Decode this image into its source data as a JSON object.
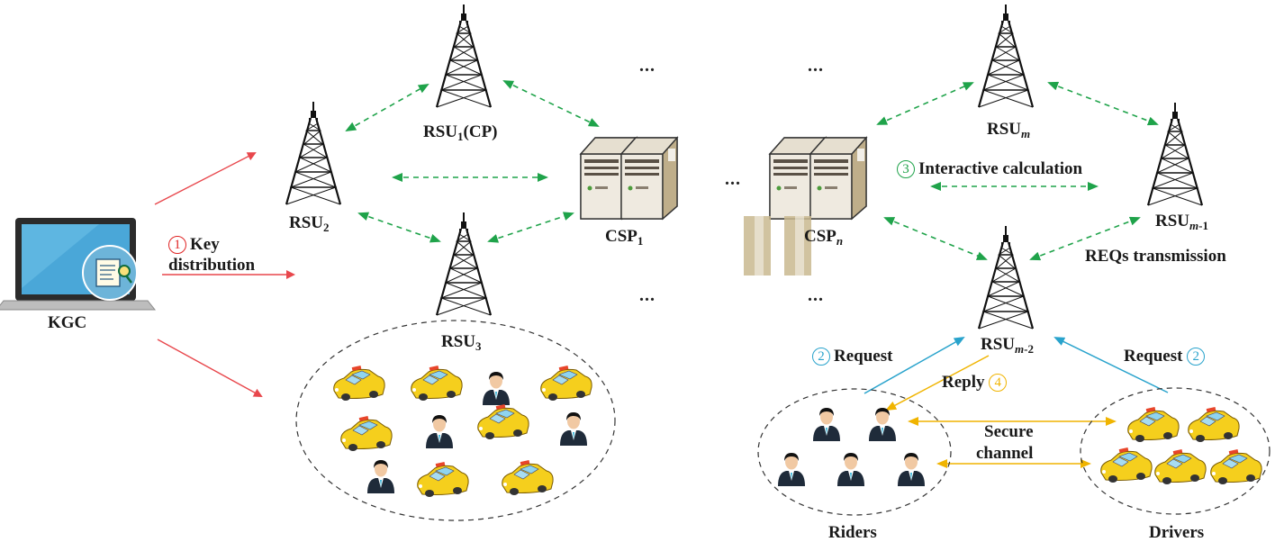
{
  "kgc": {
    "label": "KGC"
  },
  "rsu": {
    "rsu1_base": "RSU",
    "rsu1_sub": "1",
    "rsu1_suffix": "(CP)",
    "rsu2_base": "RSU",
    "rsu2_sub": "2",
    "rsu3_base": "RSU",
    "rsu3_sub": "3",
    "rsum_base": "RSU",
    "rsum_sub": "m",
    "rsum1_base": "RSU",
    "rsum1_sub_italic": "m",
    "rsum1_sub_rest": "-1",
    "rsum2_base": "RSU",
    "rsum2_sub_italic": "m",
    "rsum2_sub_rest": "-2"
  },
  "csp": {
    "csp1_base": "CSP",
    "csp1_sub": "1",
    "cspn_base": "CSP",
    "cspn_sub": "n"
  },
  "steps": {
    "step1_num": "1",
    "step1_line1": "Key",
    "step1_line2": "distribution",
    "step2_num": "2",
    "step2_label": "Request",
    "step3_num": "3",
    "step3_label": "Interactive calculation",
    "step4_num": "4",
    "step4_label": "Reply"
  },
  "labels": {
    "reqs_transmission": "REQs transmission",
    "secure_line1": "Secure",
    "secure_line2": "channel",
    "riders": "Riders",
    "drivers": "Drivers",
    "ellipsis": "..."
  },
  "colors": {
    "key_arrow": "#e8474c",
    "green_arrow": "#1fa34a",
    "request_arrow": "#29a3cc",
    "reply_arrow": "#f0b400",
    "secure_arrow": "#f0b400",
    "taxi": "#f5cf1d"
  }
}
